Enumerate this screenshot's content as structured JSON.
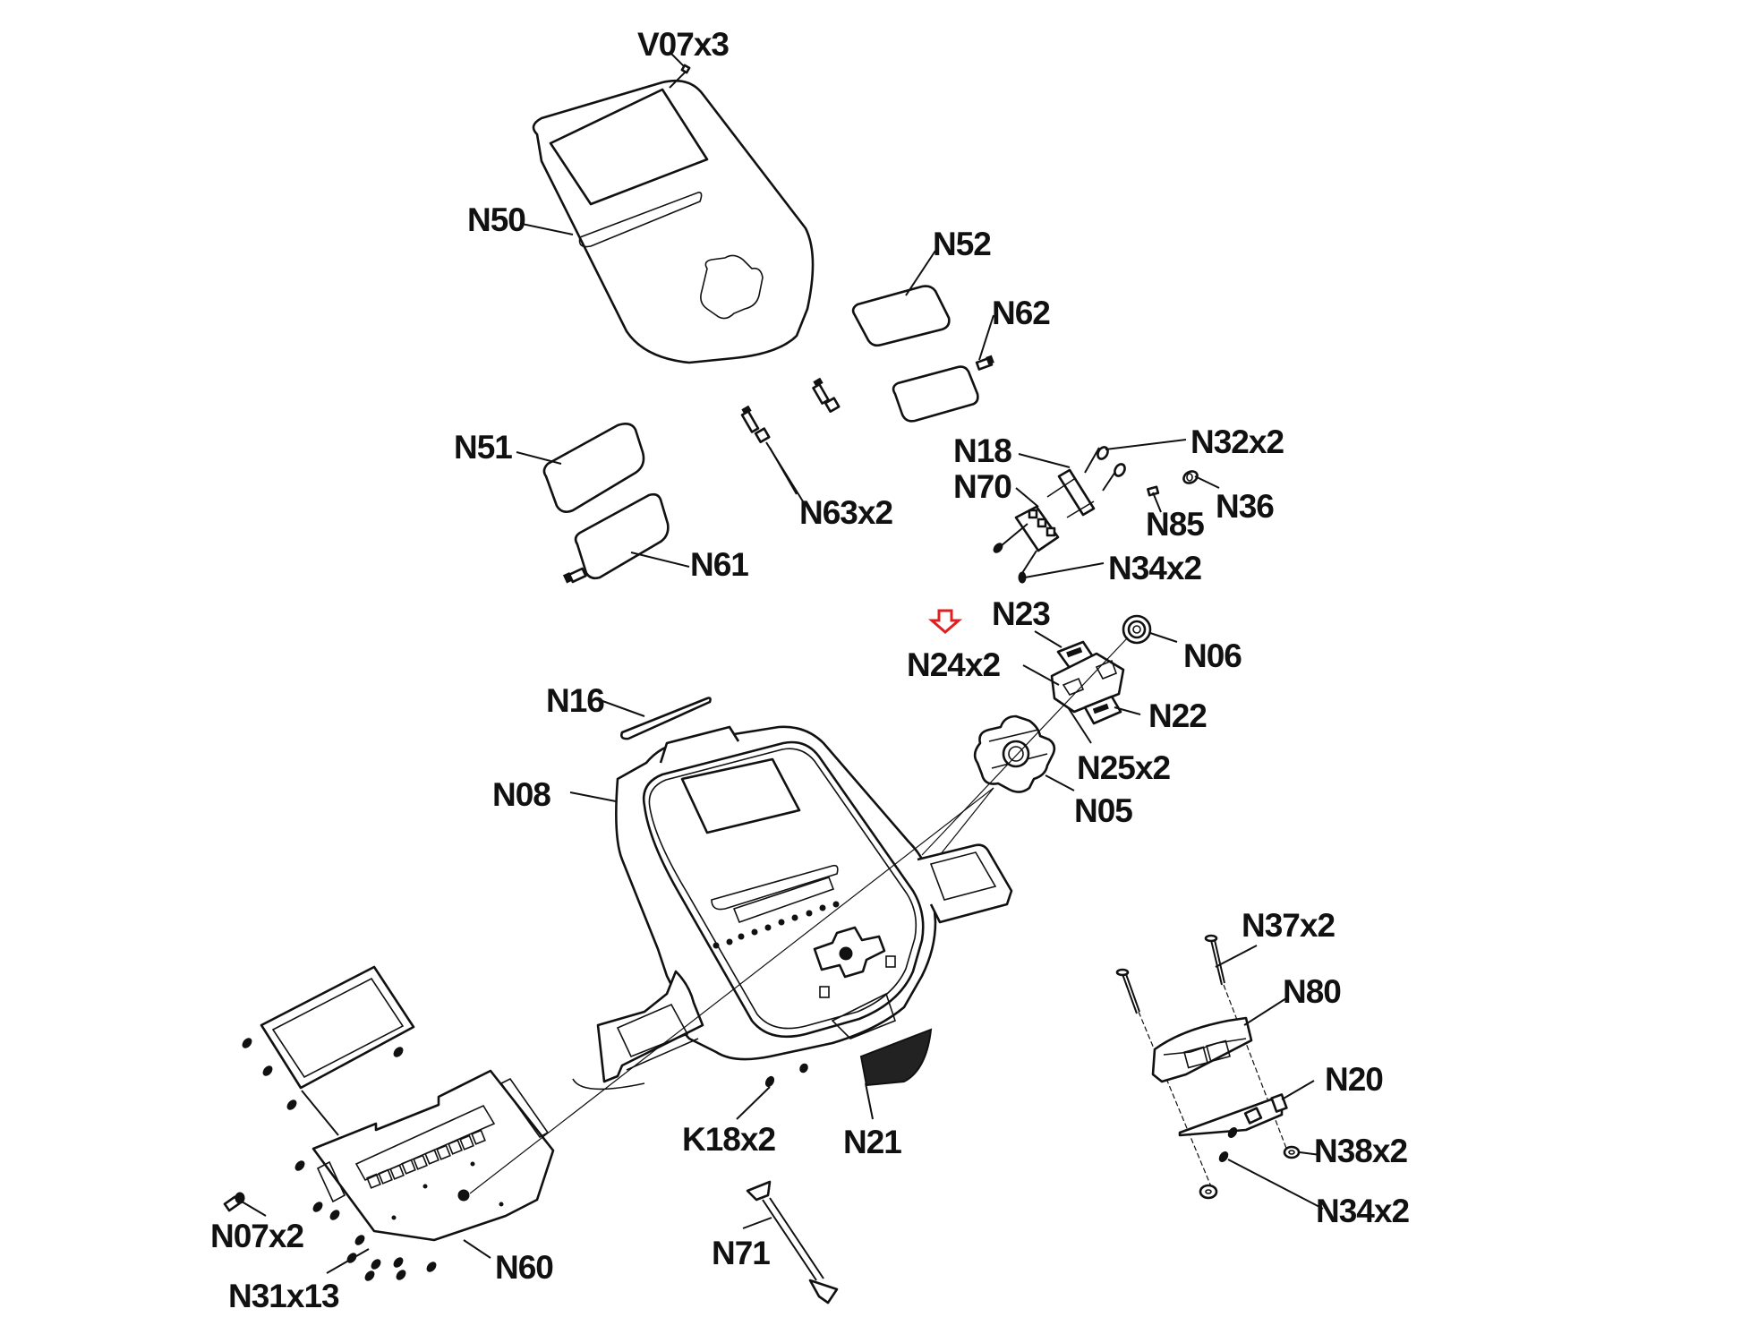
{
  "diagram": {
    "type": "exploded-parts-diagram",
    "subject": "Console assembly",
    "highlight_color": "#e02020",
    "highlighted_part": "N24x2",
    "labels": {
      "V07": "V07x3",
      "N50": "N50",
      "N52": "N52",
      "N62": "N62",
      "N51": "N51",
      "N63": "N63x2",
      "N61": "N61",
      "N18": "N18",
      "N70": "N70",
      "N32": "N32x2",
      "N85": "N85",
      "N36": "N36",
      "N34a": "N34x2",
      "N23": "N23",
      "N24": "N24x2",
      "N06": "N06",
      "N22": "N22",
      "N25": "N25x2",
      "N05": "N05",
      "N16": "N16",
      "N08": "N08",
      "N37": "N37x2",
      "N80": "N80",
      "N20": "N20",
      "N38": "N38x2",
      "N34b": "N34x2",
      "K18": "K18x2",
      "N21": "N21",
      "N71": "N71",
      "N07": "N07x2",
      "N60": "N60",
      "N31": "N31x13"
    }
  }
}
